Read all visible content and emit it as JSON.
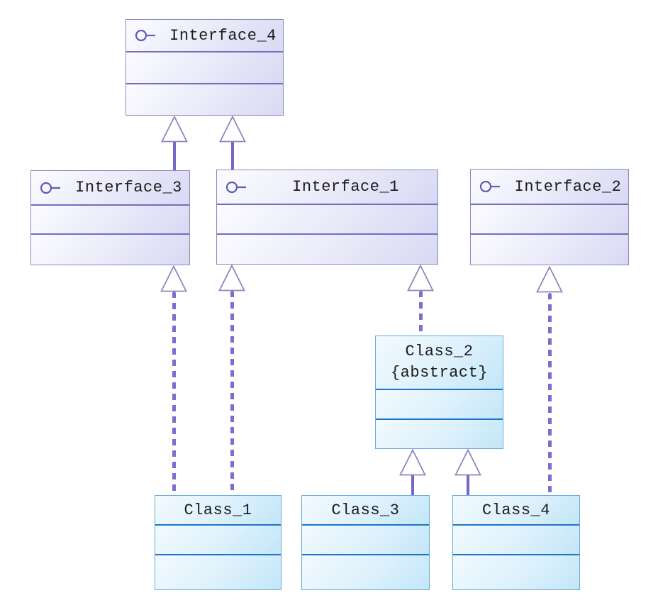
{
  "diagram": {
    "type": "uml-class-diagram",
    "nodes": {
      "interface_4": {
        "kind": "interface",
        "label": "Interface_4"
      },
      "interface_3": {
        "kind": "interface",
        "label": "Interface_3"
      },
      "interface_1": {
        "kind": "interface",
        "label": "Interface_1"
      },
      "interface_2": {
        "kind": "interface",
        "label": "Interface_2"
      },
      "class_2": {
        "kind": "abstract-class",
        "label": "Class_2",
        "stereotype": "{abstract}"
      },
      "class_1": {
        "kind": "class",
        "label": "Class_1"
      },
      "class_3": {
        "kind": "class",
        "label": "Class_3"
      },
      "class_4": {
        "kind": "class",
        "label": "Class_4"
      }
    },
    "edges": [
      {
        "from": "Interface_3",
        "to": "Interface_4",
        "type": "generalization",
        "line": "solid"
      },
      {
        "from": "Interface_1",
        "to": "Interface_4",
        "type": "generalization",
        "line": "solid"
      },
      {
        "from": "Class_1",
        "to": "Interface_3",
        "type": "realization",
        "line": "dashed"
      },
      {
        "from": "Class_1",
        "to": "Interface_1",
        "type": "realization",
        "line": "dashed"
      },
      {
        "from": "Class_2",
        "to": "Interface_1",
        "type": "realization",
        "line": "dashed"
      },
      {
        "from": "Class_4",
        "to": "Interface_2",
        "type": "realization",
        "line": "dashed"
      },
      {
        "from": "Class_3",
        "to": "Class_2",
        "type": "generalization",
        "line": "solid"
      },
      {
        "from": "Class_4",
        "to": "Class_2",
        "type": "generalization",
        "line": "solid"
      }
    ],
    "colors": {
      "background": "#ffffff",
      "interface_fill_start": "#fcfcff",
      "interface_fill_end": "#d8d8f3",
      "interface_border": "#8a8abc",
      "interface_separator": "#6f6fc2",
      "class_fill_start": "#f2fafe",
      "class_fill_end": "#c2e6f8",
      "class_border": "#69a8da",
      "class_separator": "#1e74c8",
      "edge_solid": "#7468c6",
      "edge_dashed": "#7b6fce",
      "arrowhead_fill": "#ffffff",
      "arrowhead_stroke": "#8c88bd",
      "text": "#1b1b1b"
    }
  }
}
